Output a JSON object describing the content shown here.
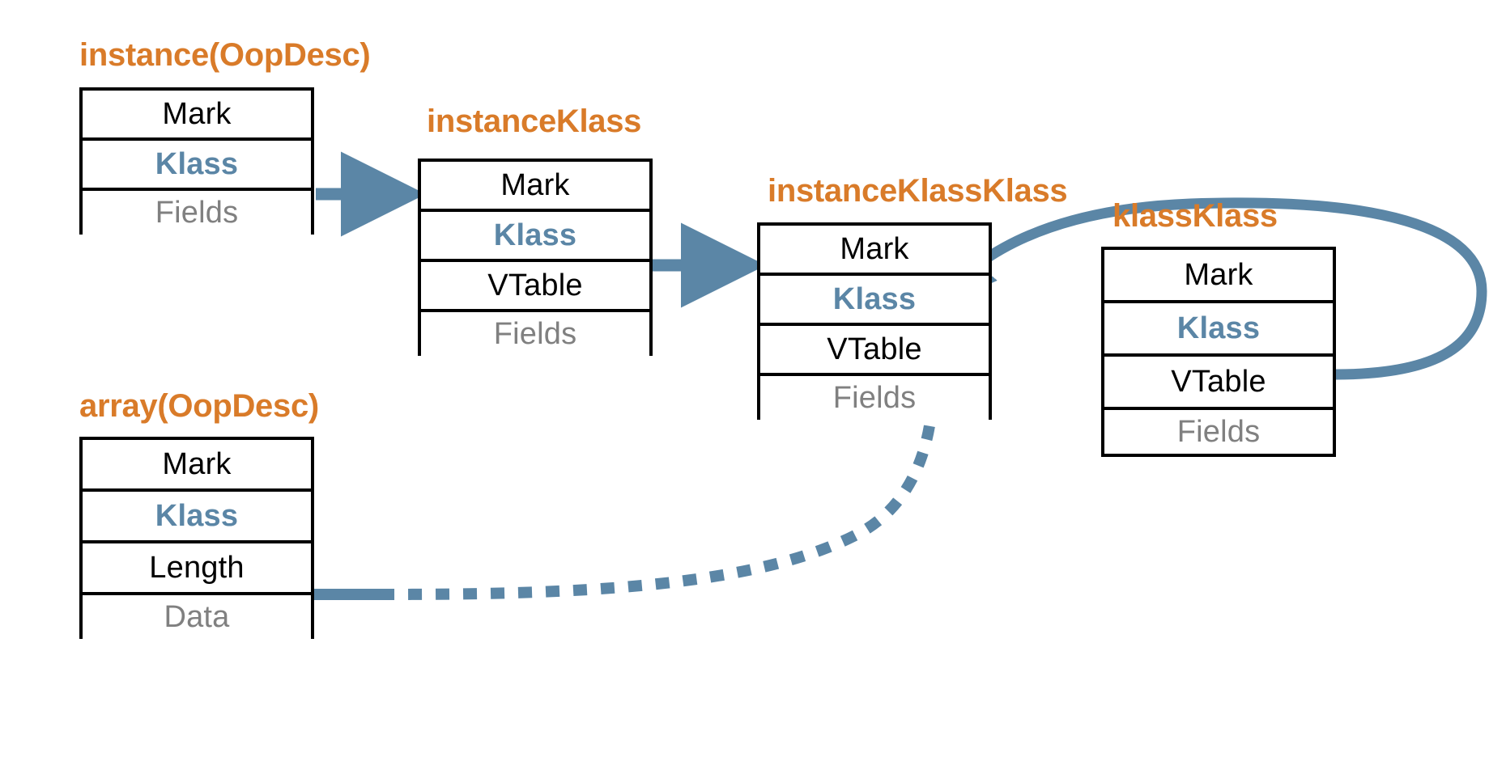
{
  "diagram": {
    "title": "HotSpot JVM object / klass pointer layout",
    "colors": {
      "caption_orange": "#D97B29",
      "klass_blue": "#5B86A6",
      "arrow_blue": "#5B86A6",
      "muted_gray": "#808080",
      "border_black": "#000000",
      "background": "#FFFFFF"
    },
    "structs": [
      {
        "id": "instance-oopdesc",
        "caption": "instance(OopDesc)",
        "rows": [
          {
            "label": "Mark",
            "style": "normal"
          },
          {
            "label": "Klass",
            "style": "klass"
          },
          {
            "label": "Fields",
            "style": "muted"
          }
        ]
      },
      {
        "id": "instance-klass",
        "caption": "instanceKlass",
        "rows": [
          {
            "label": "Mark",
            "style": "normal"
          },
          {
            "label": "Klass",
            "style": "klass"
          },
          {
            "label": "VTable",
            "style": "normal"
          },
          {
            "label": "Fields",
            "style": "muted"
          }
        ]
      },
      {
        "id": "instance-klass-klass",
        "caption": "instanceKlassKlass",
        "rows": [
          {
            "label": "Mark",
            "style": "normal"
          },
          {
            "label": "Klass",
            "style": "klass"
          },
          {
            "label": "VTable",
            "style": "normal"
          },
          {
            "label": "Fields",
            "style": "muted"
          }
        ]
      },
      {
        "id": "klass-klass",
        "caption": "klassKlass",
        "rows": [
          {
            "label": "Mark",
            "style": "normal"
          },
          {
            "label": "Klass",
            "style": "klass"
          },
          {
            "label": "VTable",
            "style": "normal"
          },
          {
            "label": "Fields",
            "style": "muted"
          }
        ]
      },
      {
        "id": "array-oopdesc",
        "caption": "array(OopDesc)",
        "rows": [
          {
            "label": "Mark",
            "style": "normal"
          },
          {
            "label": "Klass",
            "style": "klass"
          },
          {
            "label": "Length",
            "style": "normal"
          },
          {
            "label": "Data",
            "style": "muted"
          }
        ]
      }
    ],
    "connectors": [
      {
        "id": "instance-to-instanceklass",
        "kind": "solid-arrow",
        "from": "instance(OopDesc).Klass",
        "to": "instanceKlass"
      },
      {
        "id": "instanceklass-to-instanceklassklass",
        "kind": "solid-arrow",
        "from": "instanceKlass.Klass",
        "to": "instanceKlassKlass"
      },
      {
        "id": "instanceklassklass-to-klassklass",
        "kind": "solid-arrow",
        "from": "instanceKlassKlass.Klass",
        "to": "klassKlass"
      },
      {
        "id": "klassklass-self-loop",
        "kind": "curved-arrow",
        "from": "klassKlass.Klass",
        "to": "klassKlass"
      },
      {
        "id": "array-to-klassklass",
        "kind": "dotted-arrow",
        "from": "array(OopDesc).Klass",
        "to": "klassKlass"
      }
    ]
  }
}
